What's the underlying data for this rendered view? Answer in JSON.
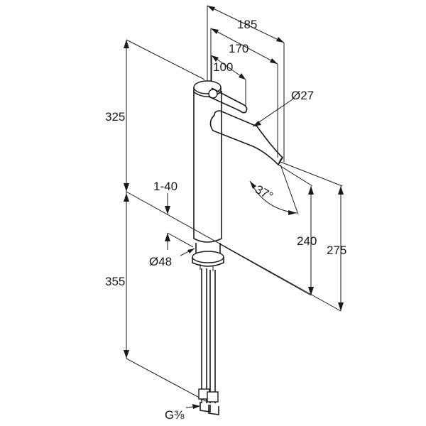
{
  "dimensions": {
    "width_185": "185",
    "width_170": "170",
    "width_100": "100",
    "diameter_spout": "Ø27",
    "height_325": "325",
    "range_1_40": "1-40",
    "angle_37": "37°",
    "diameter_base": "Ø48",
    "height_240": "240",
    "height_275": "275",
    "height_355": "355",
    "thread_g38": "G⅜"
  }
}
